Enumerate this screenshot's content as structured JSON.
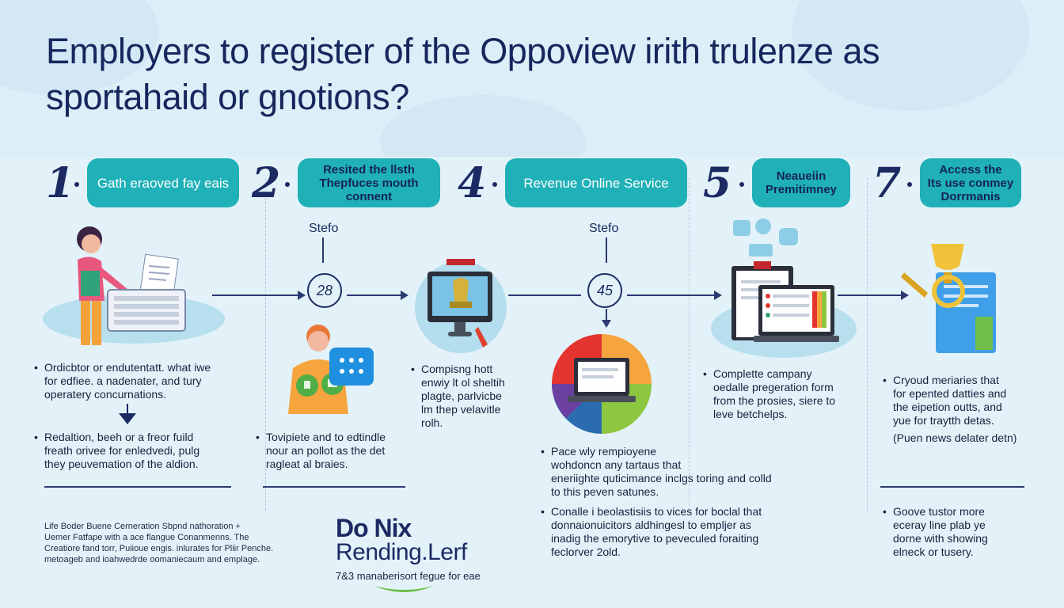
{
  "title": "Employers to register of the Oppoview irith trulenze as sportahaid or gnotions?",
  "colors": {
    "accent": "#1fb0b8",
    "navy": "#1b2a63",
    "background": "#e3f2f8"
  },
  "steps": [
    {
      "number": "1",
      "pill": "Gath eraoved fay eais"
    },
    {
      "number": "2",
      "pill": "Resited the llsth\nThepfuces mouth\nconnent"
    },
    {
      "number": "4",
      "pill": "Revenue Online Service"
    },
    {
      "number": "5",
      "pill": "Neaueiin\nPremitimney"
    },
    {
      "number": "7",
      "pill": "Access the\nIts use conmey\nDorrmanis"
    }
  ],
  "connectors": [
    {
      "label": "Stefo",
      "value": "28"
    },
    {
      "label": "Stefo",
      "value": "45"
    }
  ],
  "col1": {
    "bullet1": "Ordicbtor or endutentatt. what iwe\nfor edfiee. a nadenater, and tury\noperatery concurnations.",
    "bullet2": "Redaltion, beeh or a freor fuild\nfreath orivee for enledvedi, pulg\nthey peuvemation of the aldion."
  },
  "col2": {
    "bullet": "Tovipiete and to edtindle\nnour an pollot as the det\nragleat al braies."
  },
  "col3": {
    "bullet": "Compisng hott\nenwiy lt ol sheltih\nplagte, parlvicbe\nlm thep velavitle\nrolh."
  },
  "col4": {
    "bullet1": "Pace wly rempioyene\nwohdoncn any tartaus that\neneriighte quticimance inclgs toring and colld\nto this peven satunes.",
    "bullet2": "Conalle i beolastisiis to vices for boclal that\ndonnaionuicitors aldhingesl to empljer as\ninadig the emorytive to peveculed foraiting\nfeclorver 2old."
  },
  "col5": {
    "bullet": "Complette campany\noedalle pregeration form\nfrom the prosies, siere to\nleve betchelps."
  },
  "col6": {
    "bullet1": "Cryoud meriaries that\nfor epented datties and\nthe eipetion outts, and\nyue for traytth detas.",
    "note": "(Puen news delater detn)",
    "bullet2": "Goove tustor more\neceray line plab ye\ndorne with showing\nelneck or tusery."
  },
  "brand": {
    "line1": "Do Nix",
    "line2": "Rending.Lerf",
    "tagline": "7&3 manaberisort fegue for eae"
  },
  "footnote": "Life Boder Buene Cerneration Sbpnd nathoration +\nUemer Fatfape with a ace flangue Conanmenns. The\nCreatiore fand torr, Puiioue engis. inlurates for Pliir Penche.\nmetoageb and ioahwedrde oomaniecaum and emplage."
}
